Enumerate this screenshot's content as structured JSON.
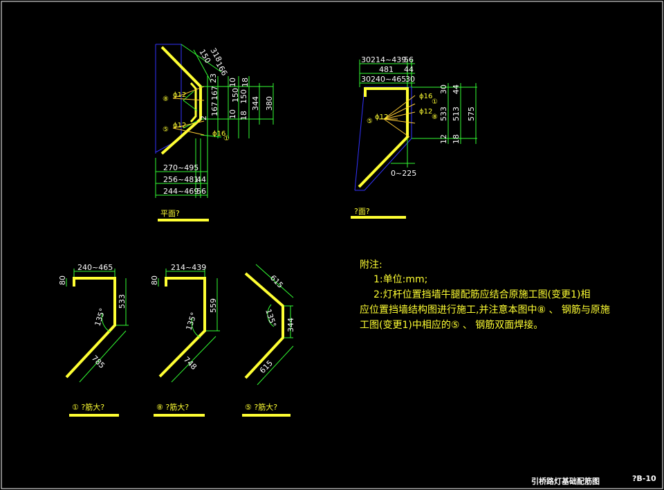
{
  "plan": {
    "dims_right_top": [
      "318",
      "150",
      "166"
    ],
    "dims_right_vert": [
      "23",
      "167",
      "167",
      "2",
      "10",
      "150",
      "150",
      "18",
      "10",
      "18"
    ],
    "dims_right_outer": [
      "344",
      "380"
    ],
    "bars": [
      "⑧",
      "ϕ12",
      "⑤",
      "ϕ12",
      "ϕ16",
      "①"
    ],
    "dims_bottom": [
      "270~495",
      "256~481",
      "44",
      "244~469",
      "56"
    ],
    "title": "平面?"
  },
  "elevation": {
    "dims_top": [
      "30",
      "214~439",
      "56",
      "481",
      "44",
      "30",
      "240~465",
      "30"
    ],
    "bars": [
      "ϕ16",
      "①",
      "ϕ12",
      "⑧",
      "⑤",
      "ϕ12"
    ],
    "dims_right": [
      "30",
      "533",
      "513",
      "575",
      "44",
      "12",
      "18"
    ],
    "dim_bottom": "0~225",
    "title": "?面?"
  },
  "detail1": {
    "top": "240~465",
    "left": "80",
    "right": "533",
    "angle": "135°",
    "diag": "785",
    "title": "① ?筋大?"
  },
  "detail8": {
    "top": "214~439",
    "left": "80",
    "right": "559",
    "angle": "135°",
    "diag": "748",
    "title": "⑧ ?筋大?"
  },
  "detail5": {
    "top": "615",
    "angle": "135°",
    "right": "344",
    "diag": "615",
    "title": "⑤ ?筋大?"
  },
  "notes": {
    "heading": "附注:",
    "line1": "1:单位:mm;",
    "line2": "2:灯杆位置挡墙牛腿配筋应结合原施工图(变更1)相",
    "line3": "应位置挡墙结构图进行施工,并注意本图中⑧ 、 钢筋与原施",
    "line4": "工图(变更1)中相应的⑤ 、 钢筋双面焊接。"
  },
  "footer": {
    "title": "引桥路灯基础配筋图",
    "code": "?B-10"
  },
  "colors": {
    "bar": "#ffff33",
    "dim": "#33ff33",
    "outline": "#3333ff",
    "leader": "#ffcc33",
    "text": "#ffffff"
  }
}
